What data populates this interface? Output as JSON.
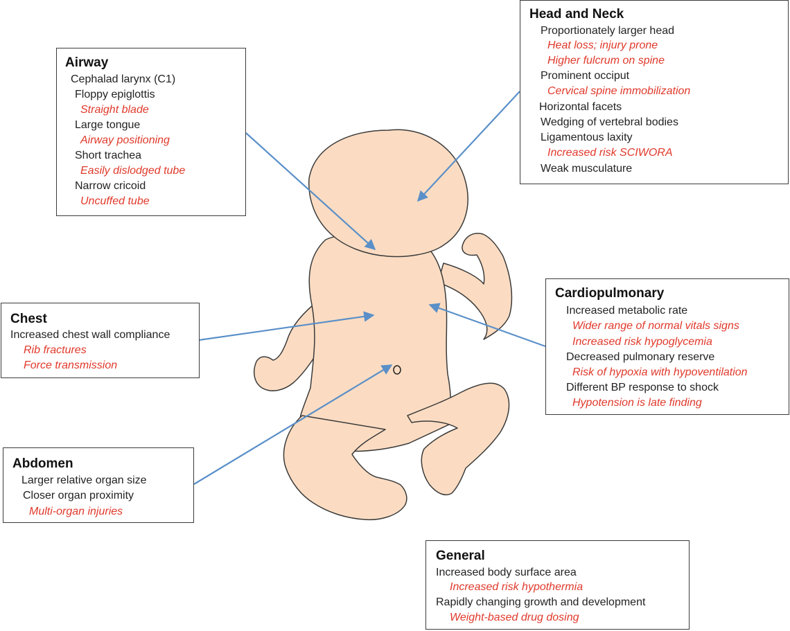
{
  "colors": {
    "skin": "#fbdcc2",
    "outline": "#3a3a3a",
    "arrow": "#5a8fc8",
    "red_text": "#e0392b",
    "black_text": "#222222"
  },
  "boxes": {
    "airway": {
      "title": "Airway",
      "lines": [
        {
          "text": "Cephalad larynx (C1)",
          "style": "plain"
        },
        {
          "text": "Floppy epiglottis",
          "style": "plain"
        },
        {
          "text": "Straight blade",
          "style": "red"
        },
        {
          "text": "Large tongue",
          "style": "plain"
        },
        {
          "text": "Airway positioning",
          "style": "red"
        },
        {
          "text": "Short trachea",
          "style": "plain"
        },
        {
          "text": "Easily dislodged tube",
          "style": "red"
        },
        {
          "text": "Narrow cricoid",
          "style": "plain"
        },
        {
          "text": "Uncuffed tube",
          "style": "red"
        }
      ]
    },
    "head_neck": {
      "title": "Head and Neck",
      "lines": [
        {
          "text": "Proportionately larger head",
          "style": "plain"
        },
        {
          "text": "Heat loss; injury prone",
          "style": "red"
        },
        {
          "text": "Higher fulcrum on spine",
          "style": "red"
        },
        {
          "text": "Prominent occiput",
          "style": "plain"
        },
        {
          "text": "Cervical spine immobilization",
          "style": "red"
        },
        {
          "text": "Horizontal facets",
          "style": "plain"
        },
        {
          "text": "Wedging of vertebral bodies",
          "style": "plain"
        },
        {
          "text": "Ligamentous laxity",
          "style": "plain"
        },
        {
          "text": "Increased risk SCIWORA",
          "style": "red"
        },
        {
          "text": "Weak musculature",
          "style": "plain"
        }
      ]
    },
    "chest": {
      "title": "Chest",
      "lines": [
        {
          "text": "Increased chest wall compliance",
          "style": "plain"
        },
        {
          "text": "Rib fractures",
          "style": "red"
        },
        {
          "text": "Force transmission",
          "style": "red"
        }
      ]
    },
    "cardiopulmonary": {
      "title": "Cardiopulmonary",
      "lines": [
        {
          "text": "Increased metabolic rate",
          "style": "plain"
        },
        {
          "text": "Wider range of normal vitals signs",
          "style": "red"
        },
        {
          "text": "Increased risk hypoglycemia",
          "style": "red"
        },
        {
          "text": "Decreased pulmonary reserve",
          "style": "plain"
        },
        {
          "text": "Risk of hypoxia with hypoventilation",
          "style": "red"
        },
        {
          "text": "Different BP response to shock",
          "style": "plain"
        },
        {
          "text": "Hypotension is late finding",
          "style": "red"
        }
      ]
    },
    "abdomen": {
      "title": "Abdomen",
      "lines": [
        {
          "text": "Larger relative organ size",
          "style": "plain"
        },
        {
          "text": "Closer organ proximity",
          "style": "plain"
        },
        {
          "text": "Multi-organ injuries",
          "style": "red"
        }
      ]
    },
    "general": {
      "title": "General",
      "lines": [
        {
          "text": "Increased body surface area",
          "style": "plain"
        },
        {
          "text": "Increased risk hypothermia",
          "style": "red"
        },
        {
          "text": "Rapidly changing growth and development",
          "style": "plain"
        },
        {
          "text": "Weight-based drug dosing",
          "style": "red"
        }
      ]
    }
  }
}
